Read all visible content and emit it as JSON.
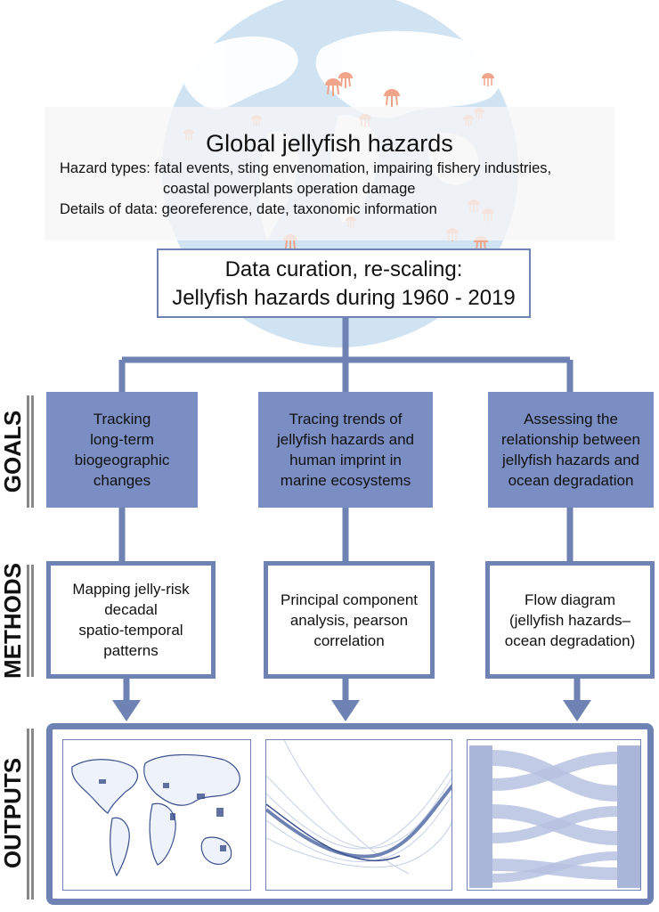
{
  "header": {
    "title": "Global jellyfish hazards",
    "hazard_line_1": "Hazard types: fatal events, sting envenomation, impairing fishery industries,",
    "hazard_line_2": "coastal powerplants operation damage",
    "details_line": "Details of data: georeference, date, taxonomic information"
  },
  "curation": {
    "line_1": "Data curation, re-scaling:",
    "line_2": "Jellyfish hazards during 1960 - 2019"
  },
  "labels": {
    "goals": "GOALS",
    "methods": "METHODS",
    "outputs": "OUTPUTS"
  },
  "goals": [
    "Tracking\nlong-term\nbiogeographic\nchanges",
    "Tracing trends of\njellyfish hazards and\nhuman imprint in\nmarine ecosystems",
    "Assessing the\nrelationship between\njellyfish hazards and\nocean degradation"
  ],
  "methods": [
    "Mapping jelly-risk\ndecadal\nspatio-temporal\npatterns",
    "Principal component\nanalysis, pearson\ncorrelation",
    "Flow diagram\n(jellyfish hazards–\nocean degradation)"
  ],
  "colors": {
    "accent": "#6e83b3",
    "goal_fill": "#7b8ec4",
    "globe": "#cfe3f3",
    "land": "#ffffff",
    "jellyfish": "#f0a58a"
  },
  "icons": {
    "background": "world-globe-icon",
    "markers": "jellyfish-icon"
  }
}
